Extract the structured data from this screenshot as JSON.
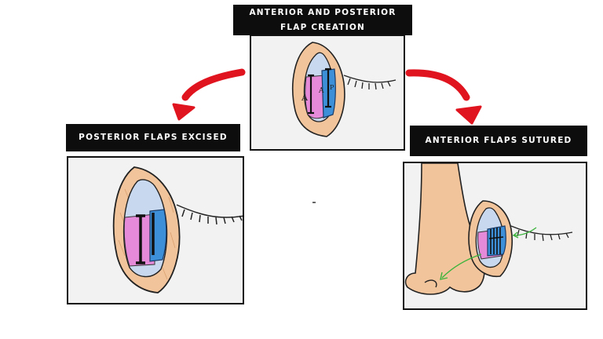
{
  "labels": {
    "top": "ANTERIOR AND POSTERIOR FLAP CREATION",
    "left": "POSTERIOR FLAPS EXCISED",
    "right": "ANTERIOR FLAPS SUTURED"
  },
  "flap_letters": {
    "anterior": "A",
    "posterior": "P"
  },
  "colors": {
    "label_bg": "#0d0d0d",
    "label_text": "#ffffff",
    "arrow": "#e0141e",
    "skin": "#f2c49b",
    "pink_flap": "#e58ad8",
    "blue_flap": "#3d8fd8",
    "suture_arrow": "#3cb43c"
  }
}
